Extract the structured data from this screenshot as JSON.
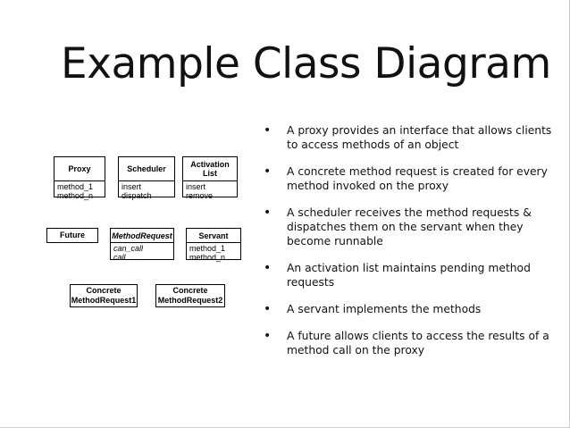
{
  "slide": {
    "title": "Example Class Diagram",
    "bullet_glyph": "•",
    "bullets": [
      "A proxy provides an interface that allows clients to access methods of an object",
      "A concrete method request is created for every method invoked on the proxy",
      "A scheduler receives the method requests & dispatches them on the servant when they become runnable",
      "An activation list maintains pending method requests",
      "A servant implements the methods",
      "A future allows clients to access the results of a method call on the proxy"
    ]
  },
  "diagram": {
    "proxy": {
      "name": "Proxy",
      "members": [
        "method_1",
        "method_n"
      ]
    },
    "scheduler": {
      "name": "Scheduler",
      "members": [
        "insert",
        "dispatch"
      ]
    },
    "activation_list": {
      "name": "Activation List",
      "members": [
        "insert",
        "remove"
      ]
    },
    "future": {
      "name": "Future"
    },
    "method_request": {
      "name": "MethodRequest",
      "members": [
        "can_call",
        "call"
      ]
    },
    "servant": {
      "name": "Servant",
      "members": [
        "method_1",
        "method_n"
      ]
    },
    "concrete1": {
      "name": "Concrete MethodRequest1"
    },
    "concrete2": {
      "name": "Concrete MethodRequest2"
    }
  }
}
